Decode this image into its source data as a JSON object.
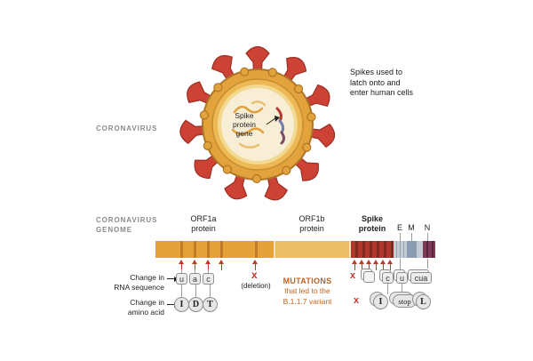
{
  "labels": {
    "coronavirus": "CORONAVIRUS",
    "genome_l1": "CORONAVIRUS",
    "genome_l2": "GENOME"
  },
  "virus": {
    "gene_l1": "Spike",
    "gene_l2": "protein",
    "gene_l3": "gene",
    "annotation_l1": "Spikes used to",
    "annotation_l2": "latch onto and",
    "annotation_l3": "enter human cells"
  },
  "genome": {
    "orf1a_l1": "ORF1a",
    "orf1a_l2": "protein",
    "orf1b_l1": "ORF1b",
    "orf1b_l2": "protein",
    "spike_l1": "Spike",
    "spike_l2": "protein",
    "e": "E",
    "m": "M",
    "n": "N"
  },
  "mutations": {
    "rna_caption_l1": "Change in",
    "rna_caption_l2": "RNA sequence",
    "amino_caption_l1": "Change in",
    "amino_caption_l2": "amino acid",
    "rna_left": [
      "u",
      "a",
      "c"
    ],
    "amino_left": [
      "I",
      "D",
      "T"
    ],
    "deletion_x": "x",
    "deletion_label": "(deletion)",
    "center_l1": "MUTATIONS",
    "center_l2": "that led to the",
    "center_l3": "B.1.1.7 variant",
    "rna_right_x": "x",
    "rna_right": [
      "c",
      "u",
      "cua"
    ],
    "amino_right_x": "x",
    "amino_right": [
      "I",
      "stop",
      "L"
    ]
  },
  "colors": {
    "accent_red": "#bf392b",
    "virus_orange": "#e3a33c",
    "spike_segment_red": "#ae372c",
    "mutation_text": "#c2621a"
  }
}
